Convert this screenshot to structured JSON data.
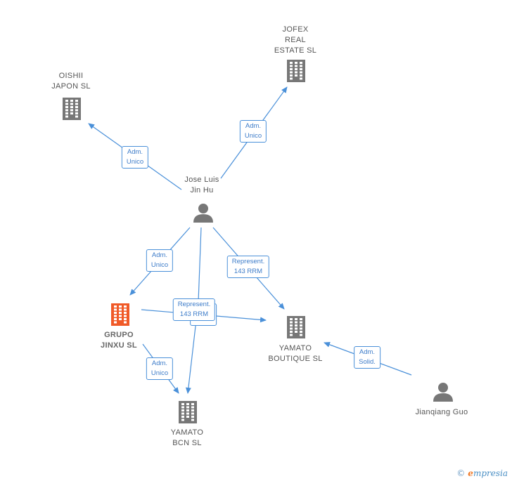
{
  "nodes": [
    {
      "id": "oishii",
      "label": "OISHII\nJAPON  SL",
      "kind": "company",
      "highlight": false
    },
    {
      "id": "jofex",
      "label": "JOFEX\nREAL\nESTATE  SL",
      "kind": "company",
      "highlight": false
    },
    {
      "id": "jose",
      "label": "Jose Luis\nJin Hu",
      "kind": "person",
      "highlight": false
    },
    {
      "id": "grupo",
      "label": "GRUPO\nJINXU  SL",
      "kind": "company",
      "highlight": true
    },
    {
      "id": "yamato_boutique",
      "label": "YAMATO\nBOUTIQUE  SL",
      "kind": "company",
      "highlight": false
    },
    {
      "id": "yamato_bcn",
      "label": "YAMATO\nBCN  SL",
      "kind": "company",
      "highlight": false
    },
    {
      "id": "jianqiang",
      "label": "Jianqiang Guo",
      "kind": "person",
      "highlight": false
    }
  ],
  "edges": [
    {
      "from": "jose",
      "to": "oishii",
      "label": "Adm.\nUnico"
    },
    {
      "from": "jose",
      "to": "jofex",
      "label": "Adm.\nUnico"
    },
    {
      "from": "jose",
      "to": "grupo",
      "label": "Adm.\nUnico"
    },
    {
      "from": "jose",
      "to": "yamato_boutique",
      "label": "Represent.\n143 RRM"
    },
    {
      "from": "jose",
      "to": "yamato_bcn",
      "label": "Adm.\nSolid."
    },
    {
      "from": "grupo",
      "to": "yamato_boutique",
      "label": "Represent.\n143 RRM"
    },
    {
      "from": "grupo",
      "to": "yamato_bcn",
      "label": "Adm.\nUnico"
    },
    {
      "from": "jianqiang",
      "to": "yamato_boutique",
      "label": "Adm.\nSolid."
    }
  ],
  "colors": {
    "edge": "#4a90d9",
    "icon": "#777777",
    "highlight": "#f05a28"
  },
  "icons": {
    "company": "building-icon",
    "person": "person-icon"
  },
  "brand": {
    "copyright": "©",
    "name_first": "e",
    "name_rest": "mpresia"
  }
}
